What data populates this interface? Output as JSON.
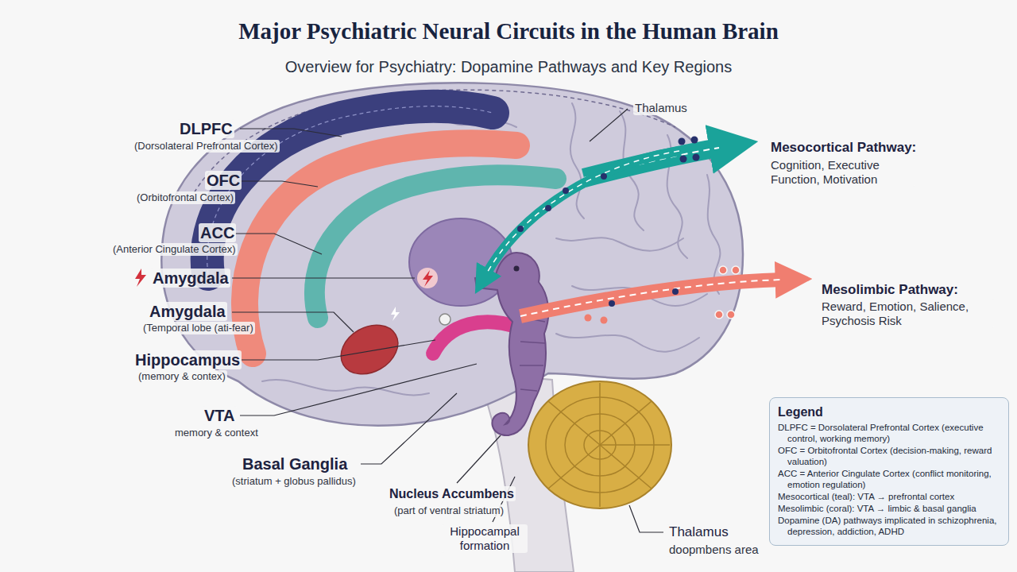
{
  "diagram": {
    "title": "Major Psychiatric Neural Circuits in the Human Brain",
    "labels": [
      "Overview for Psychiatry: Dopamine Pathways and Key Regions",
      "Thalamus",
      "DLPFC",
      "(Dorsolateral Prefrontal Cortex)",
      "Mesocortical Pathway:",
      "Cognition, Executive Function, Motivation",
      "OFC",
      "(Orbitofrontal Cortex)",
      "ACC",
      "(Anterior Cingulate Cortex)",
      "Amygdala",
      "Amygdala",
      "(Temporal lobe (ati-fear)",
      "Mesolimbic Pathway:",
      "Reward, Emotion, Salience, Psychosis Risk",
      "Hippocampus",
      "(memory & contex)",
      "VTA",
      "memory & context",
      "Basal Ganglia",
      "(striatum + globus pallidus)",
      "Nucleus Accumbens",
      "(part of ventral striatum)",
      "Hippocampal formation",
      "Thalamus",
      "doopmbens area",
      "Legend"
    ],
    "legend": [
      {
        "text": "DLPFC = Dorsolateral Prefrontal Cortex (executive control, working memory)"
      },
      {
        "text": "OFC = Orbitofrontal Cortex (decision-making, reward valuation)"
      },
      {
        "text": "ACC = Anterior Cingulate Cortex (conflict monitoring, emotion regulation)"
      },
      {
        "text": "Mesocortical (teal): VTA → prefrontal cortex"
      },
      {
        "text": "Mesolimbic (coral): VTA → limbic & basal ganglia"
      },
      {
        "text": "Dopamine (DA) pathways implicated in schizophrenia, depression, addiction, ADHD"
      }
    ]
  }
}
